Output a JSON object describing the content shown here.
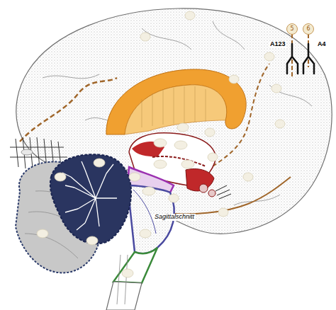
{
  "diagram": {
    "caption": "Sagittalschnitt",
    "nodes": [
      {
        "text": [
          "5"
        ]
      },
      {
        "text": [
          "6"
        ]
      }
    ],
    "labels": [
      "A123",
      "A4"
    ]
  }
}
